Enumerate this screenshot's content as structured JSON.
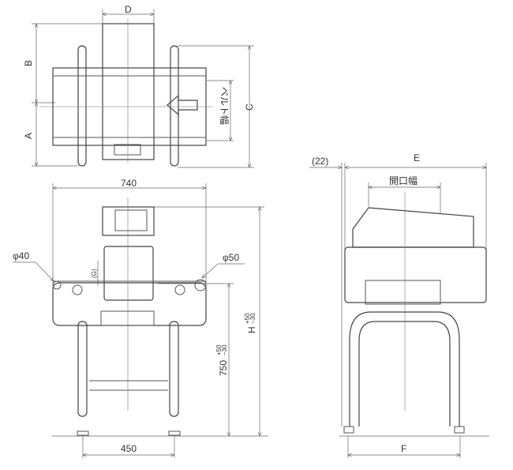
{
  "top_view": {
    "label_d": "D",
    "label_b": "B",
    "label_a": "A",
    "label_c": "C",
    "belt_width": "ベルト幅"
  },
  "front_view": {
    "width_740": "740",
    "roller_phi40": "φ40",
    "roller_phi50": "φ50",
    "gap_g": "(G)",
    "height_750": "750",
    "tol_750_plus": "+50",
    "tol_750_minus": "−30",
    "height_h": "H",
    "tol_h_plus": "+50",
    "tol_h_minus": "−30",
    "leg_span_450": "450"
  },
  "side_view": {
    "offset_22": "(22)",
    "width_e": "E",
    "aperture_width": "開口幅",
    "leg_span_f": "F"
  }
}
